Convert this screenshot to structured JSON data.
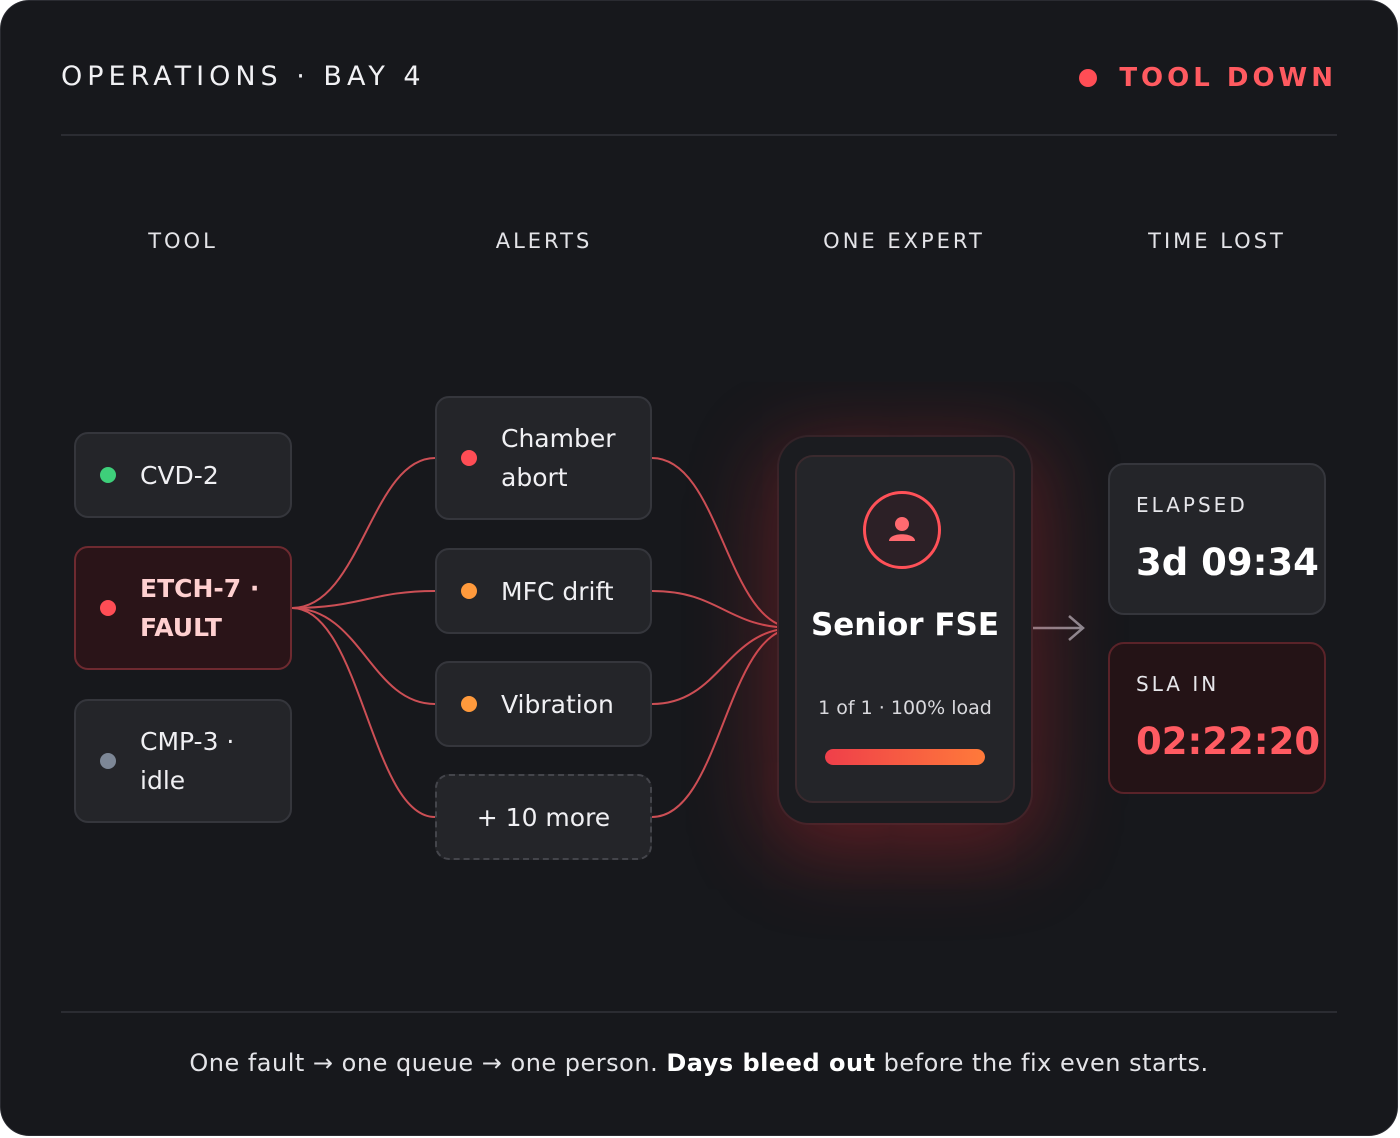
{
  "header": {
    "title": "OPERATIONS · BAY 4",
    "status": "TOOL DOWN"
  },
  "columns": {
    "tool": "TOOL",
    "alerts": "ALERTS",
    "expert": "ONE EXPERT",
    "time": "TIME LOST"
  },
  "tools": [
    {
      "label": "CVD-2",
      "state": "ok",
      "dot_color": "#3ecf7a"
    },
    {
      "label": "ETCH-7 · FAULT",
      "state": "fault",
      "dot_color": "#ff4d55"
    },
    {
      "label": "CMP-3 · idle",
      "state": "idle",
      "dot_color": "#7d8796"
    }
  ],
  "alerts": [
    {
      "label": "Chamber abort",
      "dot_color": "#ff4d55"
    },
    {
      "label": "MFC drift",
      "dot_color": "#ff9a3c"
    },
    {
      "label": "Vibration",
      "dot_color": "#ff9a3c"
    },
    {
      "label": "+ 10 more"
    }
  ],
  "expert": {
    "icon": "person-icon",
    "name": "Senior FSE",
    "detail": "1 of 1 · 100% load",
    "load": 1.0
  },
  "metrics": {
    "elapsed_label": "ELAPSED",
    "elapsed_value": "3d 09:34",
    "sla_label": "SLA IN",
    "sla_value": "02:22:20"
  },
  "caption": {
    "pre": "One fault → one queue → one person. ",
    "bold": "Days bleed out",
    "post": " before the fix even starts."
  },
  "colors": {
    "accent": "#ff5158",
    "warning": "#ff9a3c",
    "ok": "#3ecf7a",
    "background": "#17181c"
  }
}
